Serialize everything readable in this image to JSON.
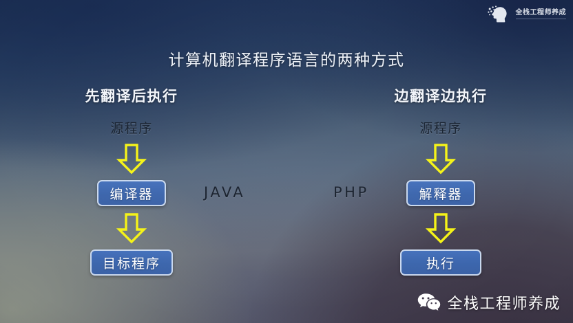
{
  "slide": {
    "title": "计算机翻译程序语言的两种方式"
  },
  "brand": {
    "logo_icon": "head-profile-dots-icon",
    "name": "全栈工程师养成"
  },
  "columns": [
    {
      "id": "compile-then-run",
      "heading": "先翻译后执行",
      "language": "JAVA",
      "steps": [
        {
          "label": "源程序",
          "style": "plain"
        },
        {
          "label": "编译器",
          "style": "boxed"
        },
        {
          "label": "目标程序",
          "style": "boxed"
        }
      ],
      "arrow_icon": "down-arrow-icon"
    },
    {
      "id": "interpret-while-running",
      "heading": "边翻译边执行",
      "language": "PHP",
      "steps": [
        {
          "label": "源程序",
          "style": "plain"
        },
        {
          "label": "解释器",
          "style": "boxed"
        },
        {
          "label": "执行",
          "style": "boxed"
        }
      ],
      "arrow_icon": "down-arrow-icon"
    }
  ],
  "watermark": {
    "icon": "wechat-icon",
    "text": "全栈工程师养成"
  },
  "colors": {
    "arrow": "#f5f315",
    "box_fill": "#3d68b0",
    "box_border": "#c9d8ee",
    "title_text": "#eef2f8",
    "plain_text": "#16202e"
  }
}
